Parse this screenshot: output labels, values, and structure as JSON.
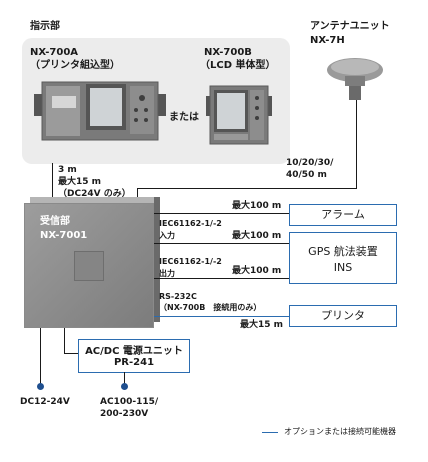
{
  "indicator": {
    "heading": "指示部",
    "model_a": "NX-700A",
    "model_a_type": "（プリンタ組込型）",
    "or_label": "または",
    "model_b": "NX-700B",
    "model_b_type": "（LCD 単体型）"
  },
  "antenna": {
    "name": "アンテナユニット",
    "model": "NX-7H",
    "cable_lengths_1": "10/20/30/",
    "cable_lengths_2": "40/50 m"
  },
  "receiver": {
    "name": "受信部",
    "model": "NX-7001",
    "cable_1": "3 m",
    "cable_2": "最大15 m",
    "cable_3": "（DC24V のみ）"
  },
  "alarm": {
    "label": "アラーム",
    "cable": "最大100 m"
  },
  "gps": {
    "label_1": "GPS 航法装置",
    "label_2": "INS",
    "in_std": "IEC61162-1/-2",
    "in_label": "入力",
    "out_std": "IEC61162-1/-2",
    "out_label": "出力",
    "in_cable": "最大100 m",
    "out_cable": "最大100 m"
  },
  "printer": {
    "label": "プリンタ",
    "std": "RS-232C",
    "note": "（NX-700B　接続用のみ）",
    "cable": "最大15 m"
  },
  "power": {
    "label_1": "AC/DC 電源ユニット",
    "label_2": "PR-241",
    "dc": "DC12-24V",
    "ac_1": "AC100-115/",
    "ac_2": "200-230V"
  },
  "legend": {
    "label": "オプションまたは接続可能機器",
    "color": "#2b6cb0"
  }
}
